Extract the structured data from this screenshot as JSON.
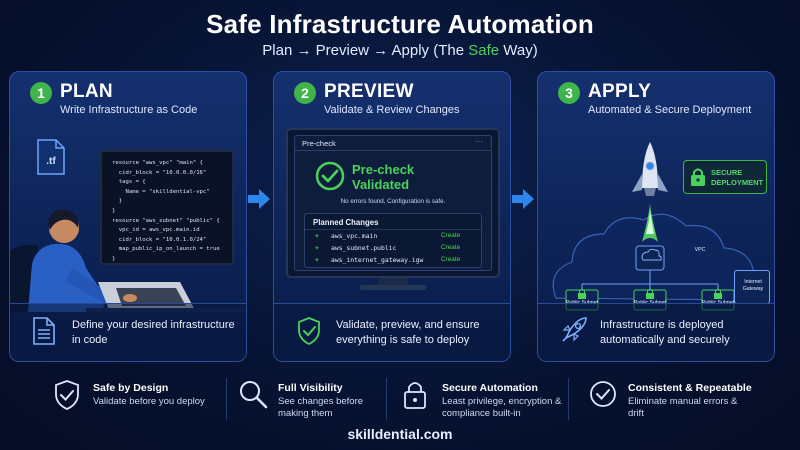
{
  "header": {
    "title": "Safe Infrastructure Automation",
    "subtitle_prefix": "Plan → Preview → Apply (The ",
    "subtitle_highlight": "Safe",
    "subtitle_suffix": " Way)"
  },
  "colors": {
    "accent_green": "#3fb44a",
    "accent_blue": "#2f7de0",
    "card_border": "#2e4fa0",
    "background": "#071333"
  },
  "cards": [
    {
      "number": "1",
      "title": "PLAN",
      "subtitle": "Write Infrastructure as Code",
      "footer": "Define your desired infrastructure in code",
      "file_label": ".tf",
      "code_lines": [
        "resource \"aws_vpc\" \"main\" {",
        "  cidr_block = \"10.0.0.0/16\"",
        "  tags = {",
        "    Name = \"skilldential-vpc\"",
        "  }",
        "}",
        "resource \"aws_subnet\" \"public\" {",
        "  vpc_id = aws_vpc.main.id",
        "  cidr_block = \"10.0.1.0/24\"",
        "  map_public_ip_on_launch = true",
        "}"
      ]
    },
    {
      "number": "2",
      "title": "PREVIEW",
      "subtitle": "Validate & Review Changes",
      "footer": "Validate, preview, and ensure everything is safe to deploy",
      "window_title": "Pre-check",
      "status": "Pre-check Validated",
      "message": "No errors found, Configuration is safe.",
      "changes_title": "Planned Changes",
      "changes": [
        {
          "symbol": "+",
          "resource": "aws_vpc.main",
          "action": "Create"
        },
        {
          "symbol": "+",
          "resource": "aws_subnet.public",
          "action": "Create"
        },
        {
          "symbol": "+",
          "resource": "aws_internet_gateway.igw",
          "action": "Create"
        }
      ]
    },
    {
      "number": "3",
      "title": "APPLY",
      "subtitle": "Automated & Secure Deployment",
      "footer": "Infrastructure is deployed automatically and securely",
      "secure_label": "SECURE DEPLOYMENT",
      "vpc_label": "VPC",
      "subnet_labels": [
        "Public Subnet",
        "Public Subnet",
        "Public Subnet"
      ],
      "gateway_label": "Internet Gateway"
    }
  ],
  "features": [
    {
      "icon": "shield-check-icon",
      "title": "Safe by Design",
      "desc": "Validate before you deploy"
    },
    {
      "icon": "magnifier-icon",
      "title": "Full Visibility",
      "desc": "See changes before making them"
    },
    {
      "icon": "lock-icon",
      "title": "Secure Automation",
      "desc": "Least privilege, encryption & compliance built-in"
    },
    {
      "icon": "check-circle-icon",
      "title": "Consistent & Repeatable",
      "desc": "Eliminate manual errors & drift"
    }
  ],
  "footer": {
    "site": "skilldential.com"
  }
}
